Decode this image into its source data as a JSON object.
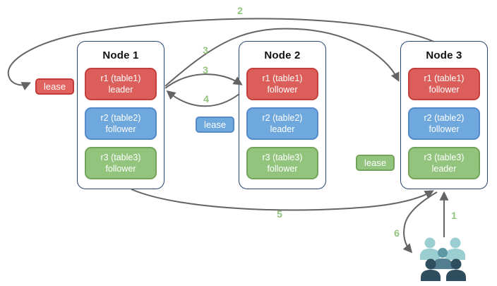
{
  "nodes": [
    {
      "title": "Node 1",
      "replicas": [
        {
          "label": "r1 (table1)",
          "role": "leader",
          "color": "red"
        },
        {
          "label": "r2 (table2)",
          "role": "follower",
          "color": "blue"
        },
        {
          "label": "r3 (table3)",
          "role": "follower",
          "color": "green"
        }
      ]
    },
    {
      "title": "Node 2",
      "replicas": [
        {
          "label": "r1 (table1)",
          "role": "follower",
          "color": "red"
        },
        {
          "label": "r2 (table2)",
          "role": "leader",
          "color": "blue"
        },
        {
          "label": "r3 (table3)",
          "role": "follower",
          "color": "green"
        }
      ]
    },
    {
      "title": "Node 3",
      "replicas": [
        {
          "label": "r1 (table1)",
          "role": "follower",
          "color": "red"
        },
        {
          "label": "r2 (table2)",
          "role": "follower",
          "color": "blue"
        },
        {
          "label": "r3 (table3)",
          "role": "leader",
          "color": "green"
        }
      ]
    }
  ],
  "leases": [
    {
      "label": "lease",
      "color": "red"
    },
    {
      "label": "lease",
      "color": "blue"
    },
    {
      "label": "lease",
      "color": "green"
    }
  ],
  "steps": [
    {
      "label": "1"
    },
    {
      "label": "2"
    },
    {
      "label": "3"
    },
    {
      "label": "3"
    },
    {
      "label": "4"
    },
    {
      "label": "5"
    },
    {
      "label": "6"
    }
  ],
  "icons": {
    "users": "users-group-icon"
  },
  "colors": {
    "red_fill": "#DB5E5A",
    "red_border": "#C4403C",
    "blue_fill": "#6FA8DC",
    "blue_border": "#5589C8",
    "green_fill": "#93C47D",
    "green_border": "#74A45C",
    "node_border": "#26456E",
    "arrow": "#646464",
    "step_label": "#93C47D",
    "users_light": "#9BCED0",
    "users_medium": "#5E98A5",
    "users_body": "#527E90",
    "users_dark": "#2E4D5E"
  }
}
